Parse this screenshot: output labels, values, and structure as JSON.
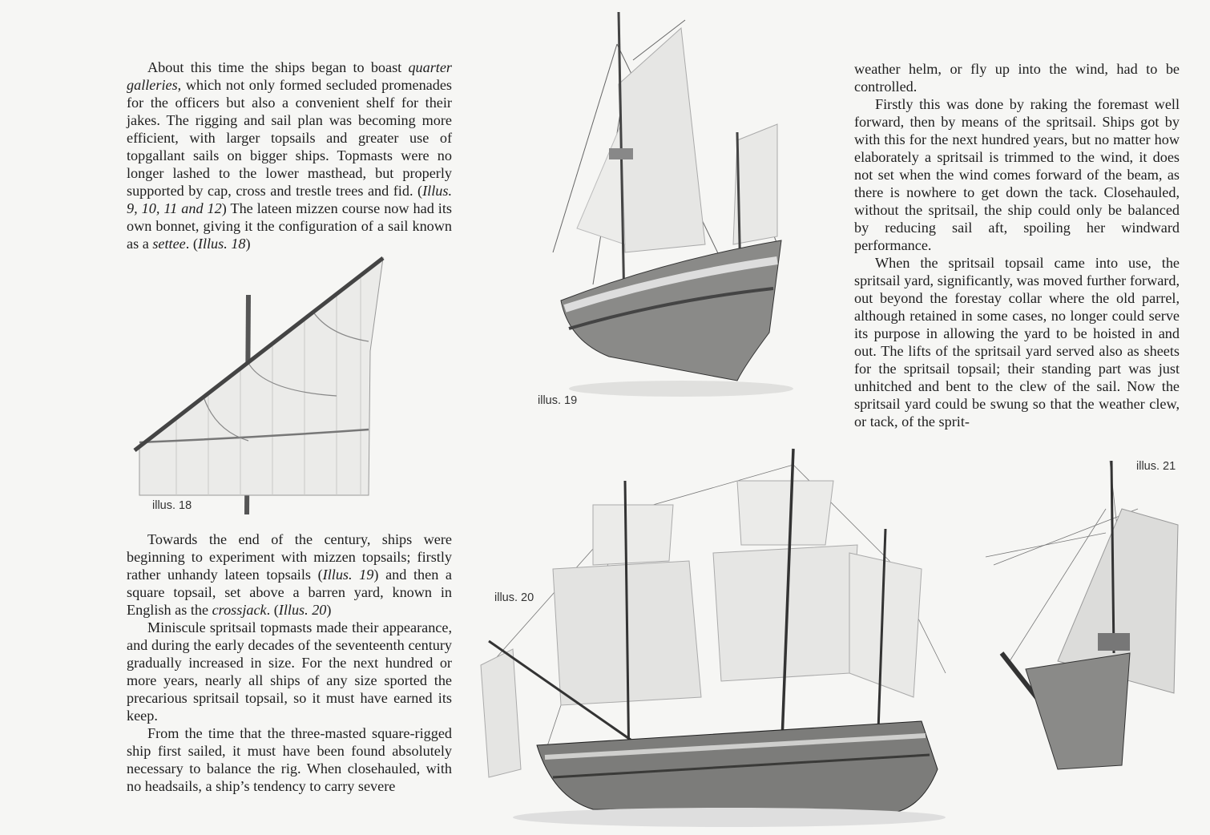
{
  "left_top": {
    "p1": [
      {
        "t": "About this time the ships began to boast "
      },
      {
        "t": "quarter galleries",
        "i": true
      },
      {
        "t": ", which not only formed secluded promenades for the officers but also a convenient shelf for their jakes. The rigging and sail plan was becoming more efficient, with larger topsails and greater use of topgallant sails on bigger ships. Topmasts were no longer lashed to the lower masthead, but properly supported by cap, cross and trestle trees and fid. ("
      },
      {
        "t": "Illus. 9, 10, 11 and 12",
        "i": true
      },
      {
        "t": ") The lateen mizzen course now had its own bonnet, giving it the configuration of a sail known as a "
      },
      {
        "t": "settee",
        "i": true
      },
      {
        "t": ". ("
      },
      {
        "t": "Illus. 18",
        "i": true
      },
      {
        "t": ")"
      }
    ]
  },
  "left_bottom": {
    "p1": [
      {
        "t": "Towards the end of the century, ships were beginning to experiment with mizzen topsails; firstly rather unhandy lateen topsails ("
      },
      {
        "t": "Illus. 19",
        "i": true
      },
      {
        "t": ") and then a square topsail, set above a barren yard, known in English as the "
      },
      {
        "t": "crossjack",
        "i": true
      },
      {
        "t": ". ("
      },
      {
        "t": "Illus. 20",
        "i": true
      },
      {
        "t": ")"
      }
    ],
    "p2": [
      {
        "t": "Miniscule spritsail topmasts made their appearance, and during the early decades of the seventeenth century gradually increased in size. For the next hundred or more years, nearly all ships of any size sported the precarious spritsail topsail, so it must have earned its keep."
      }
    ],
    "p3": [
      {
        "t": "From the time that the three-masted square-rigged ship first sailed, it must have been found absolutely necessary to balance the rig. When closehauled, with no headsails, a ship’s tendency to carry severe"
      }
    ]
  },
  "right": {
    "p1": [
      {
        "t": "weather helm, or fly up into the wind, had to be controlled."
      }
    ],
    "p2": [
      {
        "t": "Firstly this was done by raking the foremast well forward, then by means of the spritsail. Ships got by with this for the next hundred years, but no matter how elaborately a spritsail is trimmed to the wind, it does not set when the wind comes forward of the beam, as there is nowhere to get down the tack. Closehauled, without the spritsail, the ship could only be balanced by reducing sail aft, spoiling her windward performance."
      }
    ],
    "p3": [
      {
        "t": "When the spritsail topsail came into use, the spritsail yard, significantly, was moved further forward, out beyond the forestay collar where the old parrel, although retained in some cases, no longer could serve its purpose in allowing the yard to be hoisted in and out. The lifts of the spritsail yard served also as sheets for the spritsail topsail; their standing part was just unhitched and bent to the clew of the sail. Now the spritsail yard could be swung so that the weather clew, or tack, of the sprit-"
      }
    ]
  },
  "captions": {
    "illus18": "illus. 18",
    "illus19": "illus. 19",
    "illus20": "illus. 20",
    "illus21": "illus. 21"
  },
  "colors": {
    "ink": "#1e1e1e",
    "sail": "#e4e4e2",
    "hull": "#6a6a68"
  }
}
